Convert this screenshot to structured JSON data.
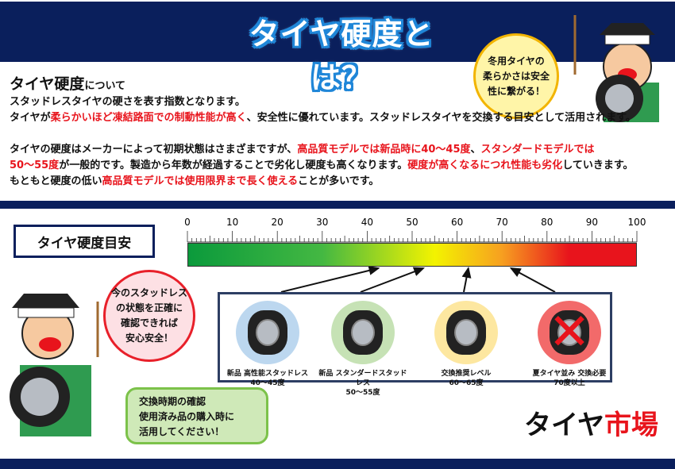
{
  "header": {
    "title": "タイヤ硬度とは？"
  },
  "bubbles": {
    "top": [
      "冬用タイヤの",
      "柔らかさは安全",
      "性に繋がる！"
    ],
    "left": [
      "今のスタッドレス",
      "の状態を正確に",
      "確認できれば",
      "安心安全！"
    ],
    "bottom": [
      "交換時期の確認",
      "使用済み品の購入時に",
      "活用してください！"
    ]
  },
  "intro": {
    "heading": "タイヤ硬度",
    "heading_suffix": "について",
    "l1": "スタッドレスタイヤの硬さを表す指数となります。",
    "l2a": "タイヤが",
    "l2b": "柔らかいほど凍結路面での制動性能が高く",
    "l2c": "、安全性に優れています。スタッドレスタイヤを交換する目安として活用されます。",
    "l3a": "タイヤの硬度はメーカーによって初期状態はさまざまですが、",
    "l3b": "高品質モデルでは新品時に40～45度",
    "l3c": "、",
    "l3d": "スタンダードモデルでは",
    "l4a": "50～55度",
    "l4b": "が一般的です。製造から年数が経過することで劣化し硬度も高くなります。",
    "l4c": "硬度が高くなるにつれ性能も劣化",
    "l4d": "していきます。",
    "l5a": "もともと硬度の低い",
    "l5b": "高品質モデルでは使用限界まで長く使える",
    "l5c": "ことが多いです。"
  },
  "gauge": {
    "label": "タイヤ硬度目安",
    "min": 0,
    "max": 100,
    "ticks": [
      0,
      10,
      20,
      30,
      40,
      50,
      60,
      70,
      80,
      90,
      100
    ],
    "colors": [
      "#0b9a3c",
      "#f3f300",
      "#e8141c"
    ]
  },
  "levels": [
    {
      "name": "新品 高性能スタッドレス",
      "range": "40～45度",
      "point": 42.5,
      "bg": "#bcd7ef"
    },
    {
      "name": "新品 スタンダードスタッドレス",
      "range": "50～55度",
      "point": 52.5,
      "bg": "#c6e2b5"
    },
    {
      "name": "交換推奨レベル",
      "range": "60～65度",
      "point": 62.5,
      "bg": "#fde7a0"
    },
    {
      "name": "夏タイヤ並み 交換必要",
      "range": "70度以上",
      "point": 72,
      "bg": "#f26a6a"
    }
  ],
  "logo": {
    "text_a": "タイヤ",
    "text_b": "市場"
  }
}
